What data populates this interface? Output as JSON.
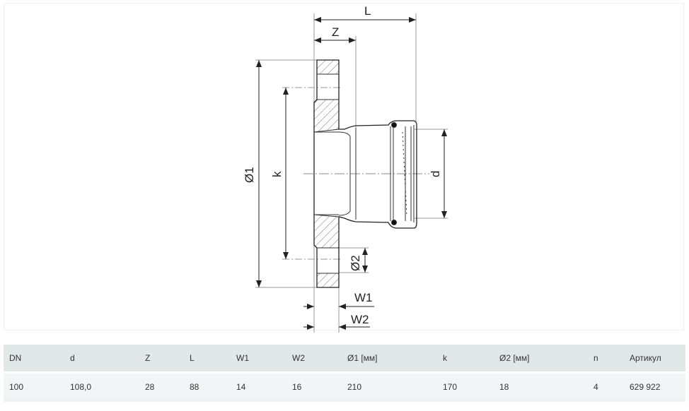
{
  "drawing": {
    "labels": {
      "L": "L",
      "Z": "Z",
      "d1": "Ø1",
      "k": "k",
      "d": "d",
      "d2": "Ø2",
      "W1": "W1",
      "W2": "W2"
    }
  },
  "table": {
    "headers": [
      "DN",
      "d",
      "Z",
      "L",
      "W1",
      "W2",
      "Ø1 [мм]",
      "k",
      "Ø2 [мм]",
      "n",
      "Артикул"
    ],
    "rows": [
      [
        "100",
        "108,0",
        "28",
        "88",
        "14",
        "16",
        "210",
        "170",
        "18",
        "4",
        "629 922"
      ]
    ]
  }
}
